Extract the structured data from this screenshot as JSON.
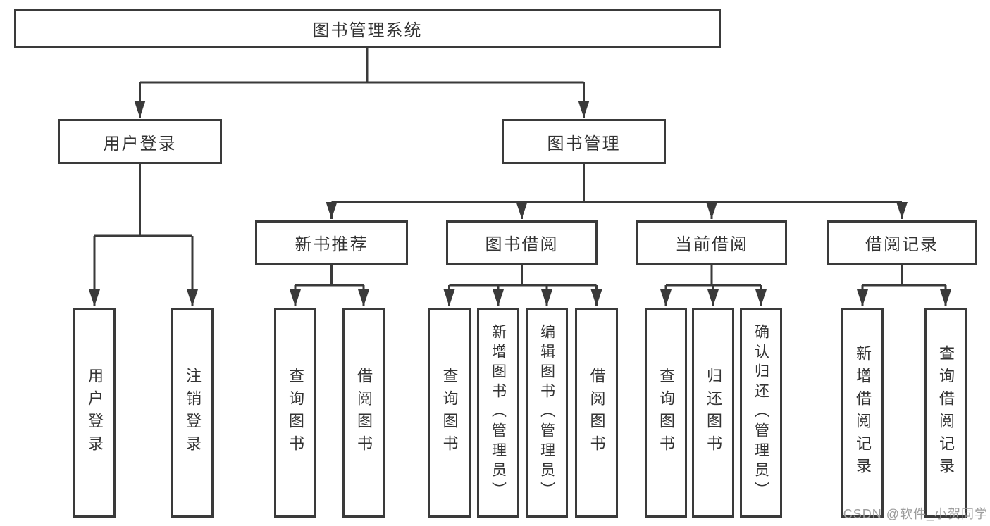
{
  "diagram": {
    "root": {
      "label": "图书管理系统"
    },
    "level2": [
      {
        "label": "用户登录"
      },
      {
        "label": "图书管理"
      }
    ],
    "level3": [
      {
        "label": "新书推荐"
      },
      {
        "label": "图书借阅"
      },
      {
        "label": "当前借阅"
      },
      {
        "label": "借阅记录"
      }
    ],
    "leaves": {
      "login": [
        {
          "label": "用户登录"
        },
        {
          "label": "注销登录"
        }
      ],
      "recommend": [
        {
          "label": "查询图书"
        },
        {
          "label": "借阅图书"
        }
      ],
      "borrow": [
        {
          "label": "查询图书"
        },
        {
          "label": "新增图书（管理员）"
        },
        {
          "label": "编辑图书（管理员）"
        },
        {
          "label": "借阅图书"
        }
      ],
      "current": [
        {
          "label": "查询图书"
        },
        {
          "label": "归还图书"
        },
        {
          "label": "确认归还（管理员）"
        }
      ],
      "records": [
        {
          "label": "新增借阅记录"
        },
        {
          "label": "查询借阅记录"
        }
      ]
    }
  },
  "watermark": {
    "text": "CSDN @软件_小贺同学"
  },
  "colors": {
    "line": "#3a3a3a",
    "text": "#333333",
    "background": "#ffffff",
    "watermark": "#9c9c9c"
  }
}
